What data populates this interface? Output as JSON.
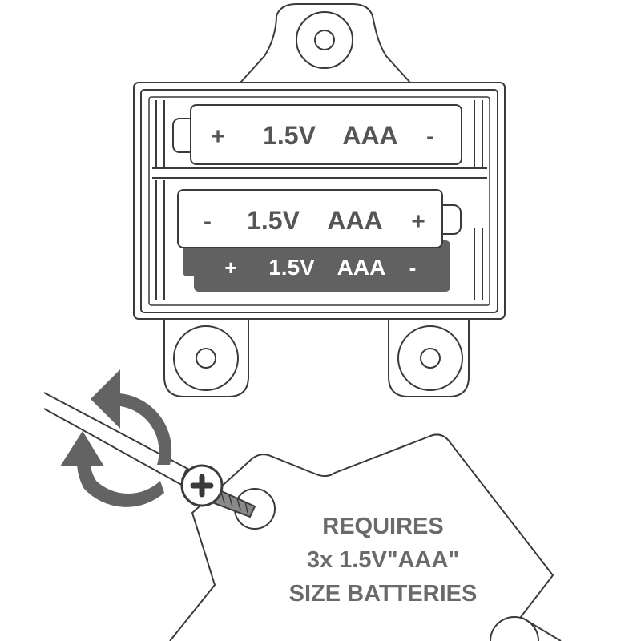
{
  "colors": {
    "line": "#3a3a3a",
    "battery_text": "#555555",
    "dark_battery": "#616161",
    "dark_battery_text": "#ffffff",
    "arrow": "#636363",
    "tag_text": "#6a6a6a"
  },
  "battery_compartment": {
    "batteries": [
      {
        "positive": "+",
        "voltage": "1.5V",
        "size": "AAA",
        "negative": "-"
      },
      {
        "negative": "-",
        "voltage": "1.5V",
        "size": "AAA",
        "positive": "+"
      },
      {
        "positive": "+",
        "voltage": "1.5V",
        "size": "AAA",
        "negative": "-"
      }
    ]
  },
  "icons": {
    "rotate": "rotate-arrows-icon",
    "screwdriver": "screwdriver-icon",
    "screw": "phillips-screw-icon"
  },
  "tag": {
    "line1": "REQUIRES",
    "line2": "3x 1.5V\"AAA\"",
    "line3": "SIZE BATTERIES"
  }
}
